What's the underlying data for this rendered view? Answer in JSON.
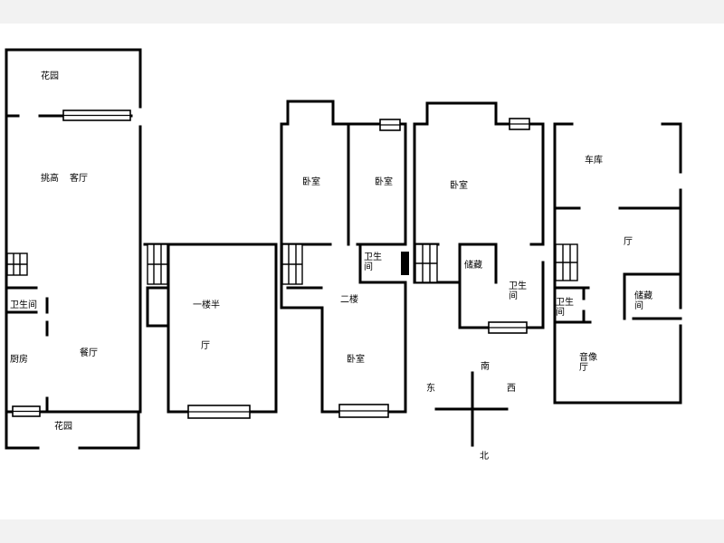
{
  "rooms": {
    "garden_top": "花园",
    "tall_ceiling": "挑高",
    "living_room": "客厅",
    "bathroom_left": "卫生间",
    "kitchen": "厨房",
    "dining_room": "餐厅",
    "garden_bottom": "花园",
    "half_floor": "一楼半",
    "hall_half": "厅",
    "bedroom_a": "卧室",
    "bedroom_b": "卧室",
    "bathroom_mid": "卫生间",
    "second_floor": "二楼",
    "bedroom_c": "卧室",
    "bedroom_master": "卧室",
    "storage_mid": "储藏",
    "bathroom_master": "卫生间",
    "garage": "车库",
    "hall_right": "厅",
    "bathroom_right": "卫生间",
    "storage_right": "储藏间",
    "av_room": "音像厅"
  },
  "compass": {
    "south": "南",
    "east": "东",
    "west": "西",
    "north": "北"
  }
}
